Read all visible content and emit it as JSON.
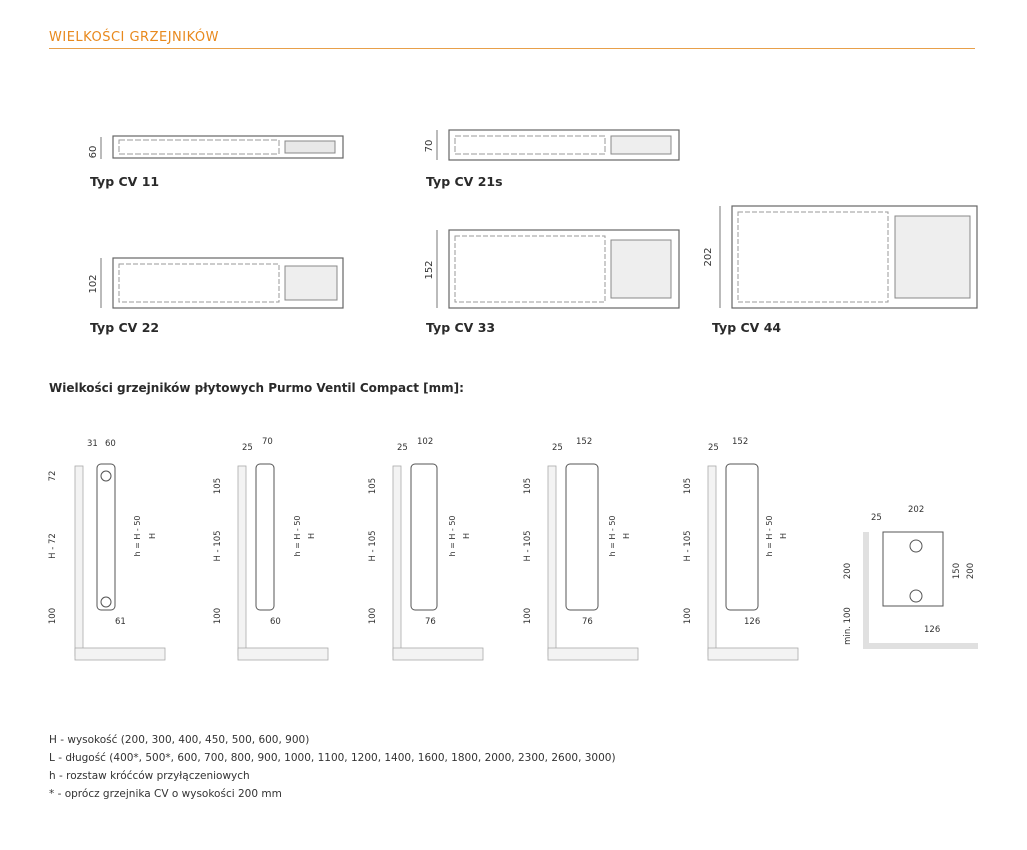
{
  "header": {
    "title": "WIELKOŚCI GRZEJNIKÓW",
    "accent": "#e8891d"
  },
  "types": [
    {
      "label": "Typ CV 11",
      "dim": "60"
    },
    {
      "label": "Typ CV 21s",
      "dim": "70"
    },
    {
      "label": "Typ CV 22",
      "dim": "102"
    },
    {
      "label": "Typ CV 33",
      "dim": "152"
    },
    {
      "label": "Typ CV 44",
      "dim": "202"
    }
  ],
  "subtitle": "Wielkości grzejników płytowych Purmo Ventil Compact [mm]:",
  "drawings": [
    {
      "top_a": "31",
      "top_b": "60",
      "top_h": "72",
      "side_mid": "H - 72",
      "bottom": "100",
      "inner_h": "h = H - 50",
      "inner_H": "H",
      "bottom_w": "61"
    },
    {
      "top_a": "25",
      "top_b": "70",
      "top_h": "105",
      "side_mid": "H - 105",
      "bottom": "100",
      "inner_h": "h = H - 50",
      "inner_H": "H",
      "bottom_w": "60"
    },
    {
      "top_a": "25",
      "top_b": "102",
      "top_h": "105",
      "side_mid": "H - 105",
      "bottom": "100",
      "inner_h": "h = H - 50",
      "inner_H": "H",
      "bottom_w": "76"
    },
    {
      "top_a": "25",
      "top_b": "152",
      "top_h": "105",
      "side_mid": "H - 105",
      "bottom": "100",
      "inner_h": "h = H - 50",
      "inner_H": "H",
      "bottom_w": "76"
    },
    {
      "top_a": "25",
      "top_b": "152",
      "top_h": "105",
      "side_mid": "H - 105",
      "bottom": "100",
      "inner_h": "h = H - 50",
      "inner_H": "H",
      "bottom_w": "126"
    }
  ],
  "iso": {
    "top_a": "25",
    "top_b": "202",
    "left_top": "200",
    "left_bottom": "min. 100",
    "right_a": "150",
    "right_b": "200",
    "bottom": "126"
  },
  "legend": [
    "H - wysokość (200, 300, 400, 450, 500, 600, 900)",
    "L - długość (400*, 500*, 600, 700, 800, 900, 1000, 1100, 1200, 1400, 1600, 1800, 2000, 2300, 2600, 3000)",
    "h - rozstaw króćców przyłączeniowych",
    "* - oprócz grzejnika CV o wysokości 200 mm"
  ]
}
